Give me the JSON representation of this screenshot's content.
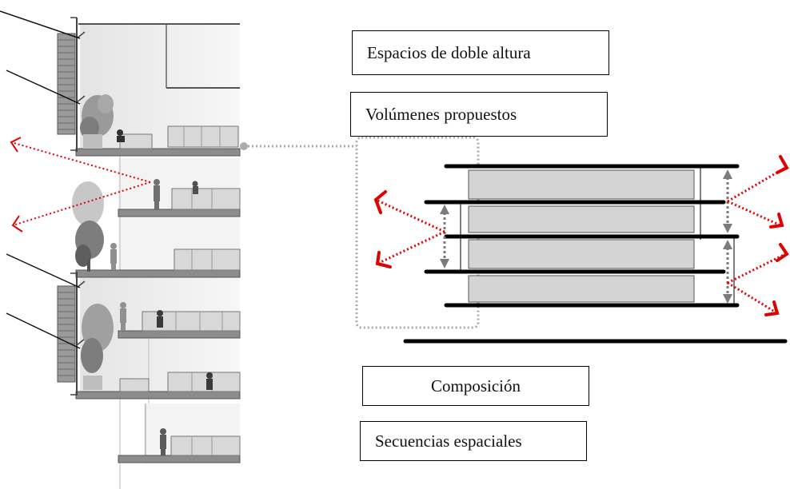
{
  "labels": {
    "doble_altura": "Espacios de doble altura",
    "volumenes": "Volúmenes propuestos",
    "composicion": "Composición",
    "secuencias": "Secuencias espaciales"
  },
  "colors": {
    "slab": "#8c8c8c",
    "interior_shade": "#ececec",
    "volume_fill": "#d4d4d4",
    "view_line": "#e00000",
    "grey_arrow": "#7b7b7b",
    "dotted_connector": "#aaaaaa",
    "line": "#000000"
  },
  "icons": {
    "view_arrow": "chevron-arrow-icon",
    "height_arrow": "double-headed-arrow-icon",
    "tree": "tree-icon",
    "person": "person-icon"
  }
}
